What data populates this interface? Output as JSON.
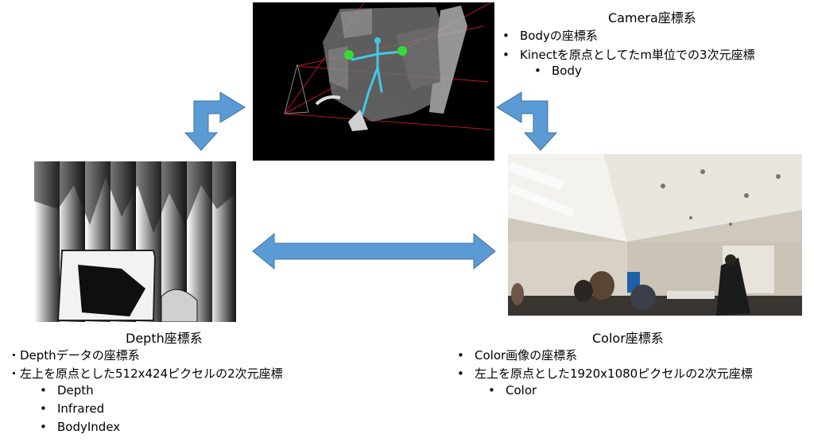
{
  "camera": {
    "title": "Camera座標系",
    "items": [
      "Bodyの座標系",
      "Kinectを原点としてたm単位での3次元座標"
    ],
    "subitems": [
      "Body"
    ],
    "bullet": "•"
  },
  "depth": {
    "title": "Depth座標系",
    "lines": [
      "・Depthデータの座標系",
      "・左上を原点とした512x424ピクセルの2次元座標"
    ],
    "subitems": [
      "Depth",
      "Infrared",
      "BodyIndex"
    ],
    "bullet": "•"
  },
  "color": {
    "title": "Color座標系",
    "items": [
      "Color画像の座標系",
      "左上を原点とした1920x1080ピクセルの2次元座標"
    ],
    "subitems": [
      "Color"
    ],
    "bullet": "•"
  },
  "colors": {
    "arrow": "#5b9bd5",
    "arrow_stroke": "#41719c"
  }
}
